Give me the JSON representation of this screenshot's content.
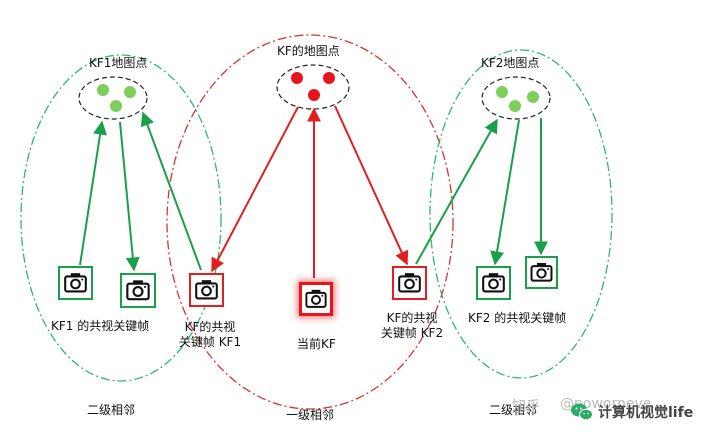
{
  "labels": {
    "kf1_map_points": "KF1地图点",
    "kf_map_points": "KF的地图点",
    "kf2_map_points": "KF2地图点",
    "kf1_covis": "KF1 的共视关键帧",
    "kf_covis_kf1_line1": "KF的共视",
    "kf_covis_kf1_line2": "关键帧 KF1",
    "current_kf": "当前KF",
    "kf_covis_kf2_line1": "KF的共视",
    "kf_covis_kf2_line2": "关键帧 KF2",
    "kf2_covis": "KF2 的共视关键帧",
    "second_neighbor_left": "二级相邻",
    "first_neighbor": "一级相邻",
    "second_neighbor_right": "二级相邻"
  },
  "watermark": {
    "zhihu": "知乎",
    "handle": "@noworneve",
    "wechat_name": "计算机视觉life"
  },
  "colors": {
    "green": "#1aa04a",
    "red": "#e02020",
    "map_point_green": "#7ccf5a",
    "map_point_red": "#e8141c",
    "dash_dot_green": "#2db870",
    "dash_dot_red": "#d9342b"
  },
  "icons": {
    "camera": "camera-icon"
  }
}
